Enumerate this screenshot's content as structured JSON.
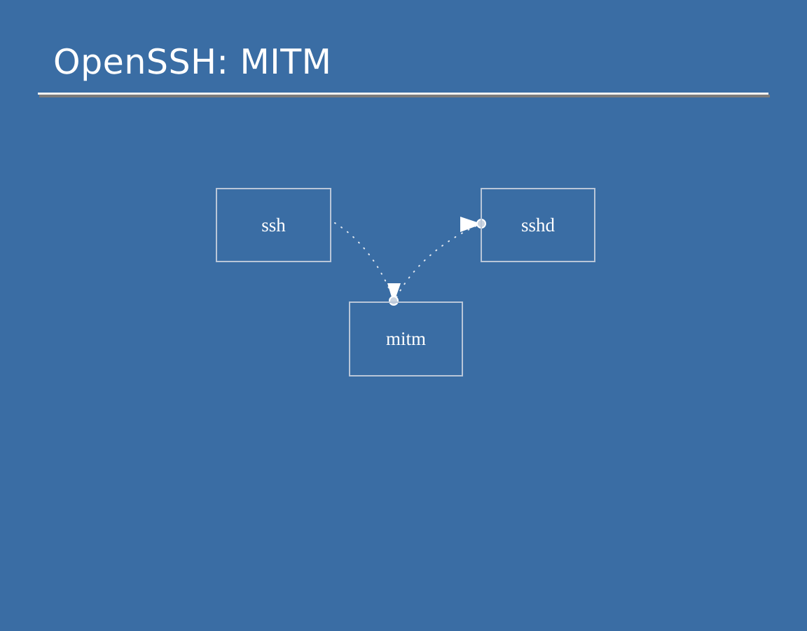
{
  "slide": {
    "title": "OpenSSH: MITM",
    "background_color": "#3a6da4",
    "rule_light_color": "#f2f2f2",
    "rule_shadow_color": "#7b7b7b"
  },
  "diagram": {
    "type": "node-link",
    "node_border_color": "#b9c6d8",
    "connector_color": "#dfe6ef",
    "connector_style": "dotted",
    "nodes": [
      {
        "id": "ssh",
        "label": "ssh"
      },
      {
        "id": "sshd",
        "label": "sshd"
      },
      {
        "id": "mitm",
        "label": "mitm"
      }
    ],
    "edges": [
      {
        "from": "ssh",
        "to": "mitm",
        "arrow": "down"
      },
      {
        "from": "mitm",
        "to": "sshd",
        "arrow": "right"
      }
    ]
  }
}
